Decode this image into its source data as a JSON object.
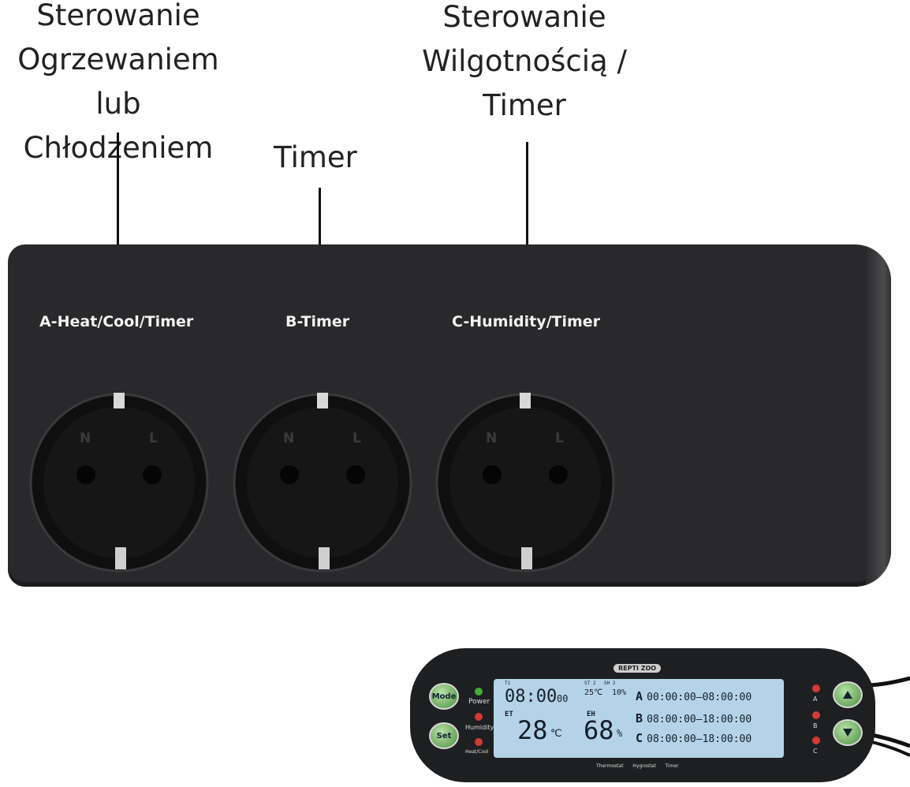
{
  "callouts": {
    "left": [
      "Sterowanie",
      "Ogrzewaniem lub",
      "Chłodzeniem"
    ],
    "middle": [
      "Timer"
    ],
    "right": [
      "Sterowanie",
      "Wilgotnością /",
      "Timer"
    ]
  },
  "strip": {
    "outlet_a": "A-Heat/Cool/Timer",
    "outlet_b": "B-Timer",
    "outlet_c": "C-Humidity/Timer",
    "pin_n": "N",
    "pin_l": "L"
  },
  "controller": {
    "brand": "REPTI ZOO",
    "mode_button": "Mode",
    "set_button": "Set",
    "power_label": "Power",
    "humidity_label": "Humidity",
    "heatcool_label": "Heat/Cool",
    "footer": [
      "Thermostat",
      "Hygrostat",
      "Timer"
    ],
    "led_labels": [
      "A",
      "B",
      "C"
    ],
    "lcd": {
      "time": "08:00",
      "seconds": "00",
      "et_label": "ET",
      "eh_label": "EH",
      "t1_label": "T1",
      "temp_small": "25℃",
      "hum_small": "10%",
      "small_codes": [
        "ST 2",
        "SH 2"
      ],
      "temp_big": "28",
      "temp_unit": "℃",
      "hum_big": "68",
      "hum_unit": "%",
      "rows": [
        {
          "letter": "A",
          "start": "00:00:00",
          "end": "08:00:00"
        },
        {
          "letter": "B",
          "start": "08:00:00",
          "end": "18:00:00"
        },
        {
          "letter": "C",
          "start": "08:00:00",
          "end": "18:00:00"
        }
      ]
    }
  },
  "colors": {
    "strip_body": "#29292b",
    "socket": "#101011",
    "lcd_backlight": "#b5d3e8",
    "button_green": "#6fb25c",
    "led_red": "#d23a36",
    "led_green": "#3fae3a"
  }
}
